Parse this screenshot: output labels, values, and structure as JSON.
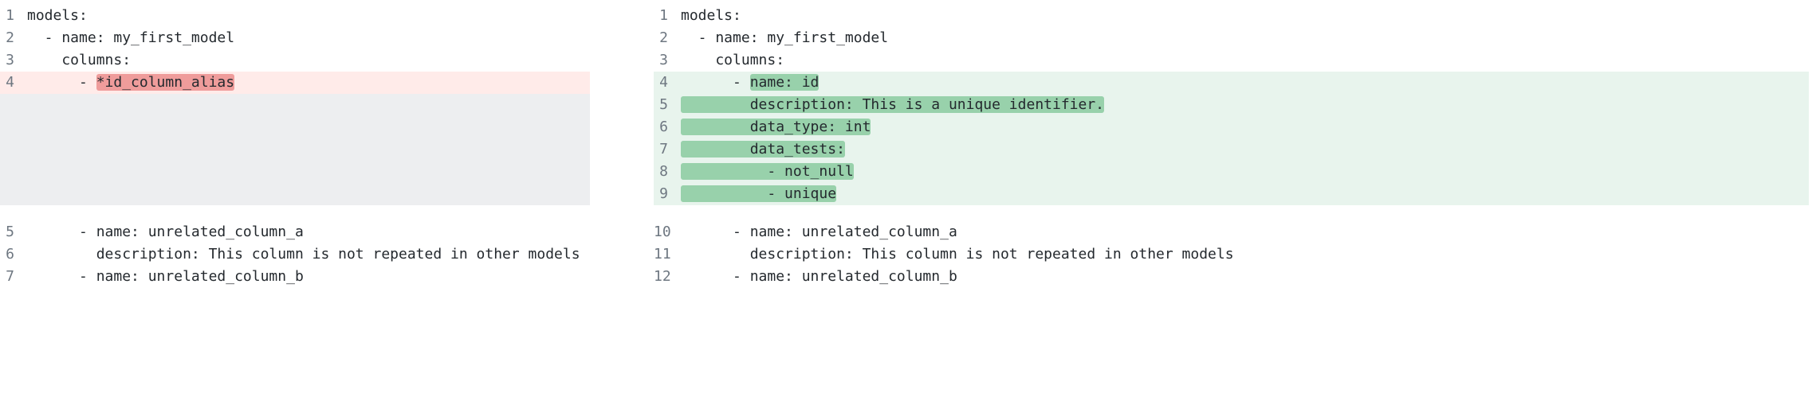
{
  "colors": {
    "code_text": "#24292e",
    "line_number": "#6e7781",
    "del_line_bg": "#ffebe9",
    "del_token_bg": "#ef9c9b",
    "add_line_bg": "#e8f4ed",
    "add_token_bg": "#98d1ab",
    "placeholder_bg": "#edeef0"
  },
  "left_pane": {
    "name": "before",
    "lines": [
      {
        "num": "1",
        "type": "normal",
        "segments": [
          {
            "text": "models:",
            "hl": false
          }
        ]
      },
      {
        "num": "2",
        "type": "normal",
        "segments": [
          {
            "text": "  - name: my_first_model",
            "hl": false
          }
        ]
      },
      {
        "num": "3",
        "type": "normal",
        "segments": [
          {
            "text": "    columns:",
            "hl": false
          }
        ]
      },
      {
        "num": "4",
        "type": "del",
        "segments": [
          {
            "text": "      - ",
            "hl": false
          },
          {
            "text": "*id_column_alias",
            "hl": true
          }
        ]
      },
      {
        "num": "",
        "type": "placeholder",
        "rows": 5,
        "gap_after": true
      },
      {
        "num": "5",
        "type": "normal",
        "segments": [
          {
            "text": "      - name: unrelated_column_a",
            "hl": false
          }
        ]
      },
      {
        "num": "6",
        "type": "normal",
        "segments": [
          {
            "text": "        description: This column is not repeated in other models",
            "hl": false
          }
        ]
      },
      {
        "num": "7",
        "type": "normal",
        "segments": [
          {
            "text": "      - name: unrelated_column_b",
            "hl": false
          }
        ]
      }
    ]
  },
  "right_pane": {
    "name": "after",
    "lines": [
      {
        "num": "1",
        "type": "normal",
        "segments": [
          {
            "text": "models:",
            "hl": false
          }
        ]
      },
      {
        "num": "2",
        "type": "normal",
        "segments": [
          {
            "text": "  - name: my_first_model",
            "hl": false
          }
        ]
      },
      {
        "num": "3",
        "type": "normal",
        "segments": [
          {
            "text": "    columns:",
            "hl": false
          }
        ]
      },
      {
        "num": "4",
        "type": "add",
        "segments": [
          {
            "text": "      - ",
            "hl": false
          },
          {
            "text": "name: id",
            "hl": true
          }
        ]
      },
      {
        "num": "5",
        "type": "add",
        "segments": [
          {
            "text": "        description: This is a unique identifier.",
            "hl": true
          }
        ]
      },
      {
        "num": "6",
        "type": "add",
        "segments": [
          {
            "text": "        data_type: int",
            "hl": true
          }
        ]
      },
      {
        "num": "7",
        "type": "add",
        "segments": [
          {
            "text": "        data_tests:",
            "hl": true
          }
        ]
      },
      {
        "num": "8",
        "type": "add",
        "segments": [
          {
            "text": "          - not_null",
            "hl": true
          }
        ]
      },
      {
        "num": "9",
        "type": "add",
        "segments": [
          {
            "text": "          - unique",
            "hl": true
          }
        ],
        "gap_after": true
      },
      {
        "num": "10",
        "type": "normal",
        "segments": [
          {
            "text": "      - name: unrelated_column_a",
            "hl": false
          }
        ]
      },
      {
        "num": "11",
        "type": "normal",
        "segments": [
          {
            "text": "        description: This column is not repeated in other models",
            "hl": false
          }
        ]
      },
      {
        "num": "12",
        "type": "normal",
        "segments": [
          {
            "text": "      - name: unrelated_column_b",
            "hl": false
          }
        ]
      }
    ]
  }
}
